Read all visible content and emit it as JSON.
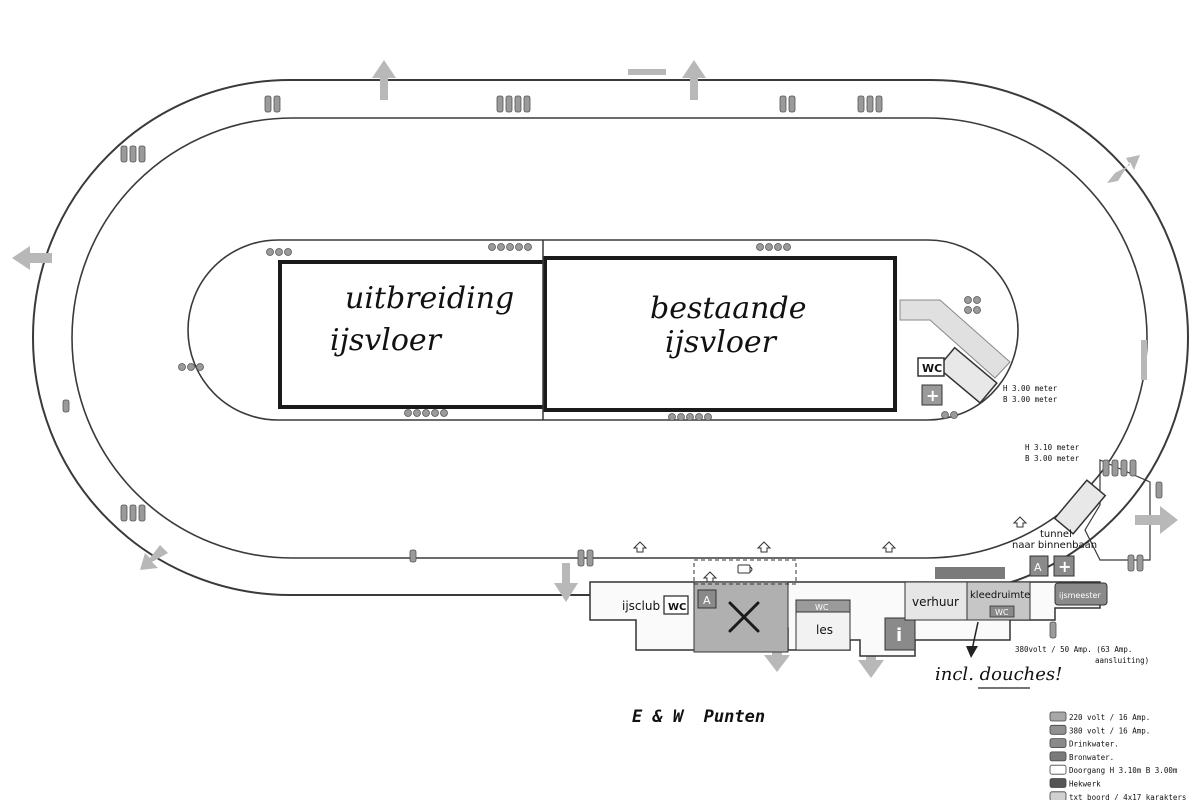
{
  "rink": {
    "extension_line1": "uitbreiding",
    "extension_line2": "ijsvloer",
    "existing_line1": "bestaande",
    "existing_line2": "ijsvloer"
  },
  "clearances": {
    "a_h": "H 3.00 meter",
    "a_b": "B 3.00 meter",
    "b_h": "H 3.10 meter",
    "b_b": "B 3.00 meter"
  },
  "tunnel": {
    "line1": "tunnel",
    "line2": "naar binnenbaan"
  },
  "facilities": {
    "wc": "WC",
    "first_aid": "+",
    "a_marker": "A",
    "ijsclub": "ijsclub",
    "les": "les",
    "verhuur": "verhuur",
    "kleedruimte": "kleedruimte",
    "ijsmeester": "ijsmeester",
    "info": "i"
  },
  "annotations": {
    "power_line1": "380volt / 50 Amp. (63 Amp.",
    "power_line2": "aansluiting)",
    "douches": "incl. douches!"
  },
  "title": "E & W  Punten",
  "legend": [
    {
      "label": "220 volt / 16 Amp.",
      "color": "#a8a8a8"
    },
    {
      "label": "380 volt / 16 Amp.",
      "color": "#909090"
    },
    {
      "label": "Drinkwater.",
      "color": "#8a8a8a"
    },
    {
      "label": "Bronwater.",
      "color": "#7a7a7a"
    },
    {
      "label": "Doorgang H 3.10m B 3.00m",
      "color": "#ffffff"
    },
    {
      "label": "Hekwerk",
      "color": "#555555"
    },
    {
      "label": "txt boord / 4x17 karakters",
      "color": "#d0d0d0"
    }
  ],
  "colors": {
    "marker_gray": "#9a9a9a",
    "light_gray": "#c8c8c8",
    "dark_gray": "#6a6a6a",
    "line": "#3a3a3a"
  }
}
